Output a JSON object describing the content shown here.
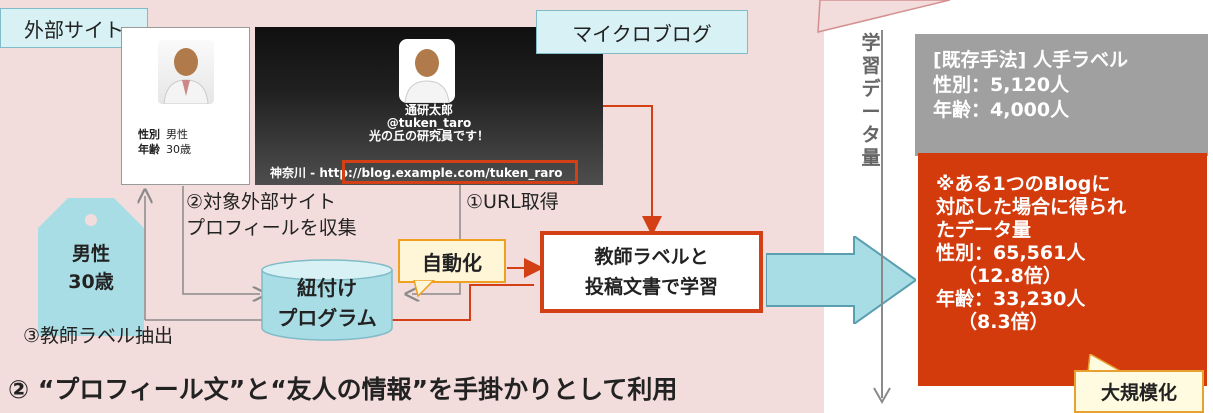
{
  "external_site": {
    "label": "外部サイト",
    "gender_label": "性別",
    "gender_value": "男性",
    "age_label": "年齢",
    "age_value": "30歳"
  },
  "microblog": {
    "label": "マイクロブログ",
    "name": "通研太郎",
    "handle": "@tuken_taro",
    "bio": "光の丘の研究員です！",
    "location_prefix": "神奈川 - ",
    "url": "http://blog.example.com/tuken_raro"
  },
  "tag": {
    "line1": "男性",
    "line2": "30歳"
  },
  "steps": {
    "step1": "①URL取得",
    "step2_line1": "②対象外部サイト",
    "step2_line2": "プロフィールを収集",
    "step3": "③教師ラベル抽出"
  },
  "program": {
    "line1": "紐付け",
    "line2": "プログラム"
  },
  "auto_label": "自動化",
  "teach": {
    "line1": "教師ラベルと",
    "line2": "投稿文書で学習"
  },
  "bottom_caption": "② “プロフィール文”と“友人の情報”を手掛かりとして利用",
  "axis_label": [
    "学",
    "習",
    "デ",
    "ー",
    "タ",
    "量"
  ],
  "existing": {
    "line1": "[既存手法] 人手ラベル",
    "line2": "性別：5,120人",
    "line3": "年齢：4,000人"
  },
  "proposed": {
    "line1": "※ある1つのBlogに",
    "line2": "対応した場合に得られ",
    "line3": "たデータ量",
    "line4": "性別：65,561人",
    "line5": "（12.8倍）",
    "line6": "年齢：33,230人",
    "line7": "（8.3倍）"
  },
  "scale_label": "大規模化",
  "colors": {
    "accent_red": "#d33a0c",
    "cyan": "#a9dde5",
    "pink_bg": "#f3dcdc"
  }
}
